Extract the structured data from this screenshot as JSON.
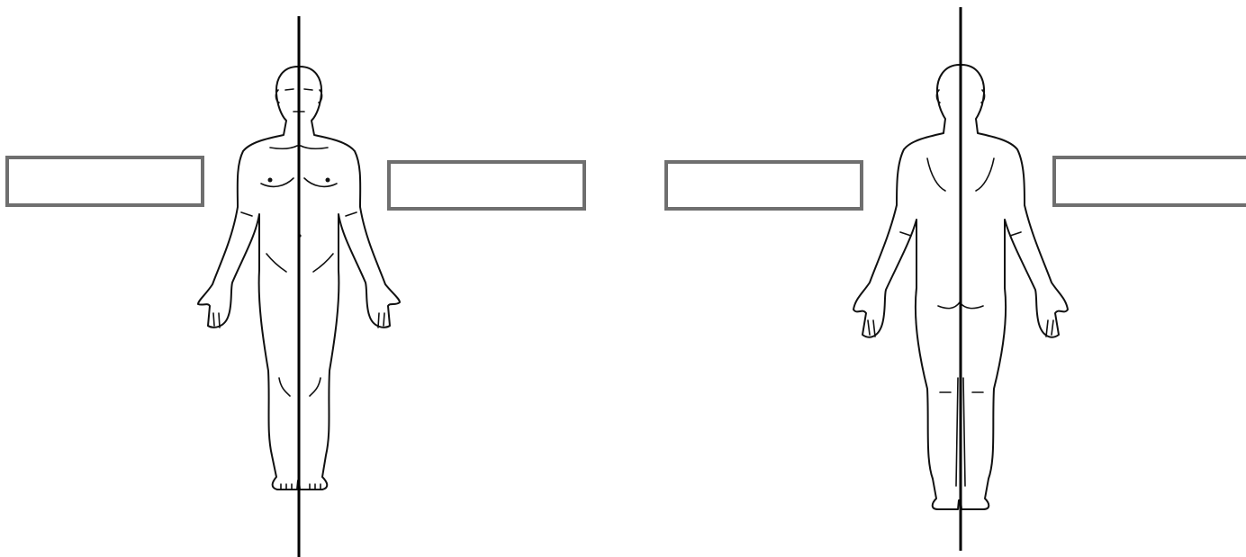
{
  "diagram": {
    "figures": [
      {
        "view": "anterior",
        "icon": "human-body-front"
      },
      {
        "view": "posterior",
        "icon": "human-body-back"
      }
    ],
    "label_boxes": [
      {
        "text": ""
      },
      {
        "text": ""
      },
      {
        "text": ""
      },
      {
        "text": ""
      }
    ],
    "colors": {
      "line": "#000000",
      "box_border": "#6f6f6f",
      "background": "#ffffff"
    }
  }
}
